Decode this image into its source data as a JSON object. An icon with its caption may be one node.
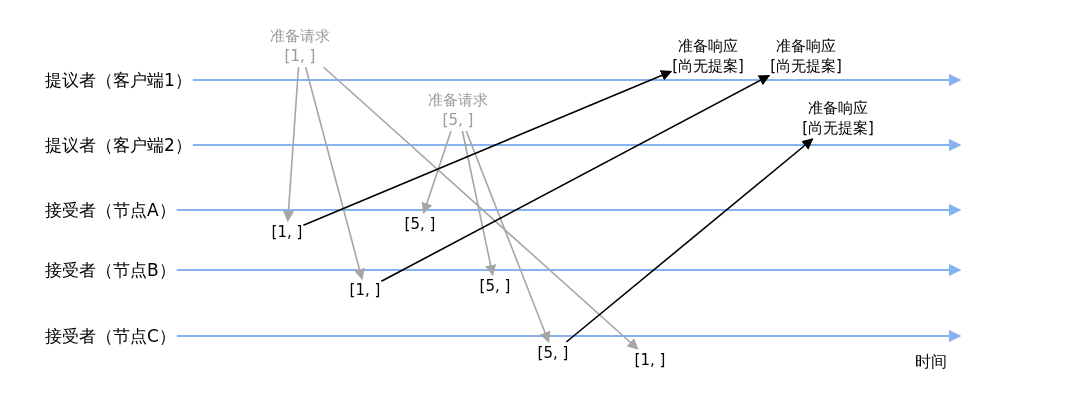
{
  "diagram": {
    "nodes": [
      {
        "text": [
          "提议者（客户端1）"
        ]
      },
      {
        "text": [
          "提议者（客户端2）"
        ]
      },
      {
        "text": [
          "接受者（节点A）"
        ]
      },
      {
        "text": [
          "接受者（节点B）"
        ]
      },
      {
        "text": [
          "接受者（节点C）"
        ]
      },
      {
        "text": [
          "准备请求",
          "[1, ]"
        ]
      },
      {
        "text": [
          "准备请求",
          "[5, ]"
        ]
      },
      {
        "text": [
          "[1, ]"
        ]
      },
      {
        "text": [
          "[1, ]"
        ]
      },
      {
        "text": [
          "[5, ]"
        ]
      },
      {
        "text": [
          "[5, ]"
        ]
      },
      {
        "text": [
          "[5, ]"
        ]
      },
      {
        "text": [
          "[1, ]"
        ]
      },
      {
        "text": [
          "准备响应",
          "[尚无提案]"
        ]
      },
      {
        "text": [
          "准备响应",
          "[尚无提案]"
        ]
      },
      {
        "text": [
          "准备响应",
          "[尚无提案]"
        ]
      }
    ],
    "edges": [
      {
        "from": 0,
        "to": null,
        "arrow": "to"
      },
      {
        "from": 1,
        "to": null,
        "arrow": "to"
      },
      {
        "from": 2,
        "to": null,
        "arrow": "to"
      },
      {
        "from": 3,
        "to": null,
        "arrow": "to"
      },
      {
        "from": 4,
        "to": null,
        "arrow": "to"
      },
      {
        "from": 5,
        "to": 7,
        "arrow": "to",
        "color": "#a6a6a6"
      },
      {
        "from": 5,
        "to": 8,
        "arrow": "to",
        "color": "#a6a6a6"
      },
      {
        "from": 5,
        "to": 12,
        "arrow": "to",
        "color": "#a6a6a6"
      },
      {
        "from": 6,
        "to": 9,
        "arrow": "to",
        "color": "#a6a6a6"
      },
      {
        "from": 6,
        "to": 10,
        "arrow": "to",
        "color": "#a6a6a6"
      },
      {
        "from": 6,
        "to": 11,
        "arrow": "to",
        "color": "#a6a6a6"
      },
      {
        "from": 7,
        "to": 13,
        "arrow": "to",
        "color": "#000000"
      },
      {
        "from": 8,
        "to": 14,
        "arrow": "to",
        "color": "#000000"
      },
      {
        "from": 11,
        "to": 15,
        "arrow": "to",
        "color": "#000000"
      }
    ],
    "labels": [
      "时间"
    ]
  }
}
